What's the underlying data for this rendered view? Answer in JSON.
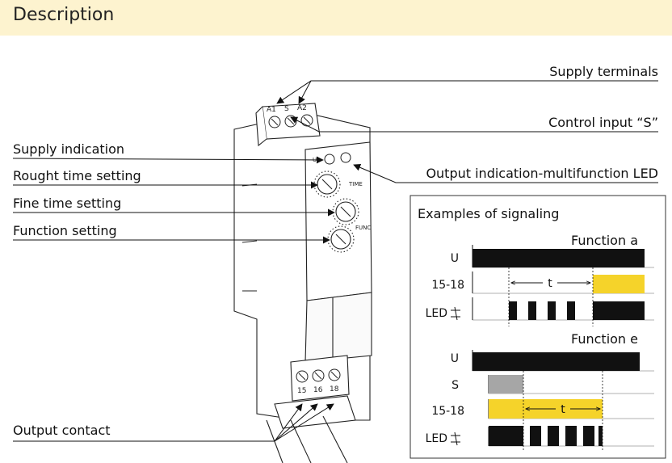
{
  "header": {
    "title": "Description"
  },
  "callouts": {
    "supply_terminals": "Supply terminals",
    "control_input": "Control input  “S”",
    "output_indication": "Output indication-multifunction LED",
    "supply_indication": "Supply indication",
    "rough_time": "Rought time setting",
    "fine_time": "Fine time setting",
    "function_setting": "Function setting",
    "output_contact": "Output contact"
  },
  "device": {
    "top_terminals": [
      "A1",
      "S",
      "A2"
    ],
    "bottom_terminals": [
      "15",
      "16",
      "18"
    ],
    "led_un": "Un",
    "time_label": "TIME",
    "func_label": "FUNC"
  },
  "signaling": {
    "title": "Examples of signaling",
    "function_a": {
      "title": "Function a",
      "rows": [
        "U",
        "15-18",
        "LED"
      ],
      "t_label": "t"
    },
    "function_e": {
      "title": "Function e",
      "rows": [
        "U",
        "S",
        "15-18",
        "LED"
      ],
      "t_label": "t"
    }
  },
  "colors": {
    "header_bg": "#fdf3cf",
    "relay_on": "#f5d32a",
    "signal_s": "#a6a6a6",
    "signal_dark": "#111111"
  }
}
